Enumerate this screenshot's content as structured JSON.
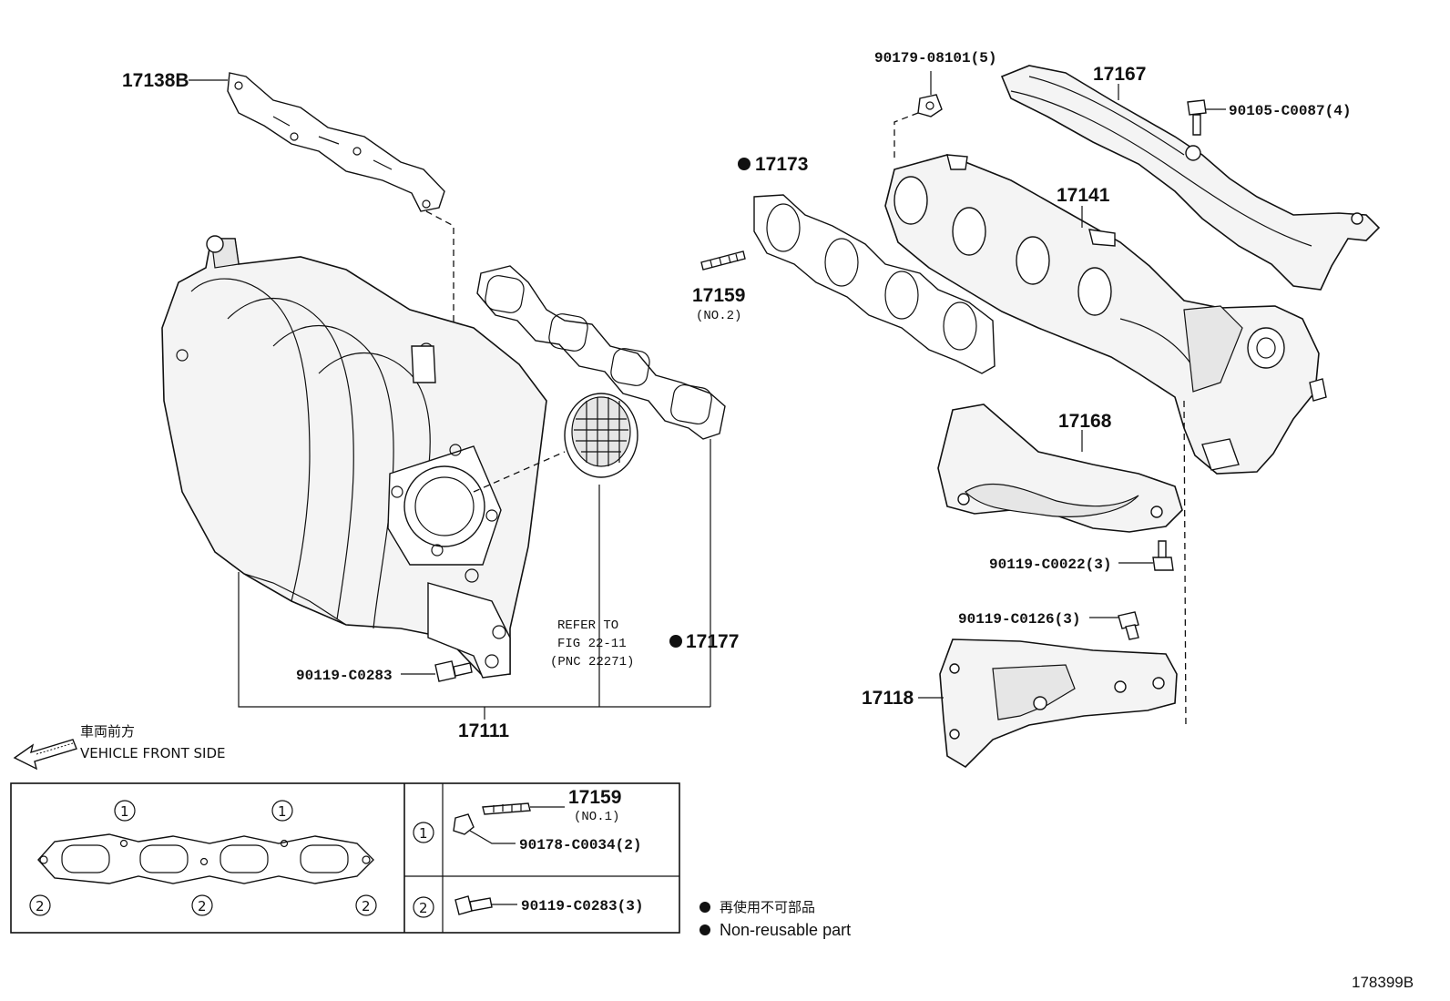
{
  "labels": {
    "p17138b": "17138B",
    "p17111": "17111",
    "p17177": "17177",
    "p17173": "17173",
    "p17159_top": "17159",
    "p17159_top_note": "(NO.2)",
    "p17167": "17167",
    "p17141": "17141",
    "p17168": "17168",
    "p17118": "17118",
    "p90119_c0283": "90119-C0283",
    "p90179": "90179-08101(5)",
    "p90105": "90105-C0087(4)",
    "p90119_c0022": "90119-C0022(3)",
    "p90119_c0126": "90119-C0126(3)",
    "refer_line1": "REFER TO",
    "refer_line2": "FIG 22-11",
    "refer_line3": "(PNC 22271)",
    "front_jp": "車両前方",
    "front_en": "VEHICLE FRONT SIDE",
    "diagram_code": "178399B"
  },
  "inset": {
    "circle1": "1",
    "circle2": "2",
    "row1_part": "17159",
    "row1_part_note": "(NO.1)",
    "row1_nut": "90178-C0034(2)",
    "row2_bolt": "90119-C0283(3)"
  },
  "legend": {
    "jp": "再使用不可部品",
    "en": "Non-reusable part"
  }
}
